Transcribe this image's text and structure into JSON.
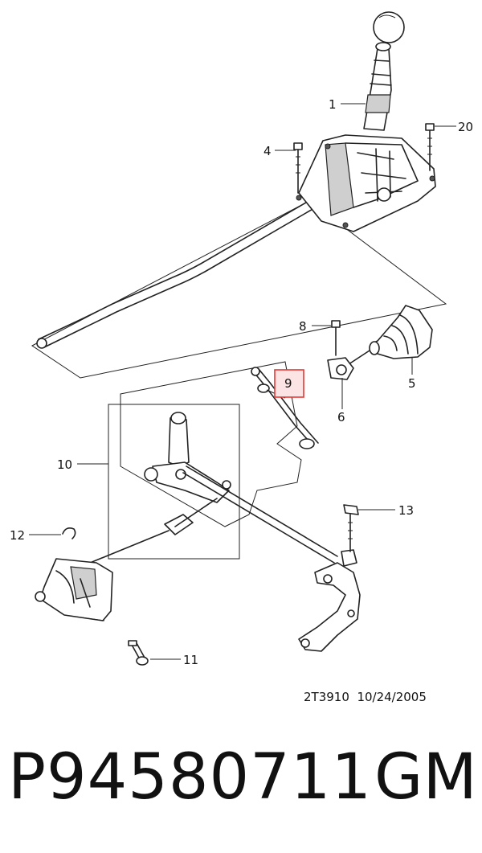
{
  "diagram": {
    "callouts": [
      {
        "id": "1",
        "label": "1",
        "highlighted": false
      },
      {
        "id": "4",
        "label": "4",
        "highlighted": false
      },
      {
        "id": "5",
        "label": "5",
        "highlighted": false
      },
      {
        "id": "6",
        "label": "6",
        "highlighted": false
      },
      {
        "id": "8",
        "label": "8",
        "highlighted": false
      },
      {
        "id": "9",
        "label": "9",
        "highlighted": true
      },
      {
        "id": "10",
        "label": "10",
        "highlighted": false
      },
      {
        "id": "11",
        "label": "11",
        "highlighted": false
      },
      {
        "id": "12",
        "label": "12",
        "highlighted": false
      },
      {
        "id": "13",
        "label": "13",
        "highlighted": false
      },
      {
        "id": "20",
        "label": "20",
        "highlighted": false
      }
    ],
    "highlight_color": "#e53935",
    "drawing_code": "2T3910",
    "drawing_date": "10/24/2005"
  },
  "footer": {
    "part_number": "P94580711",
    "brand": "GM"
  }
}
